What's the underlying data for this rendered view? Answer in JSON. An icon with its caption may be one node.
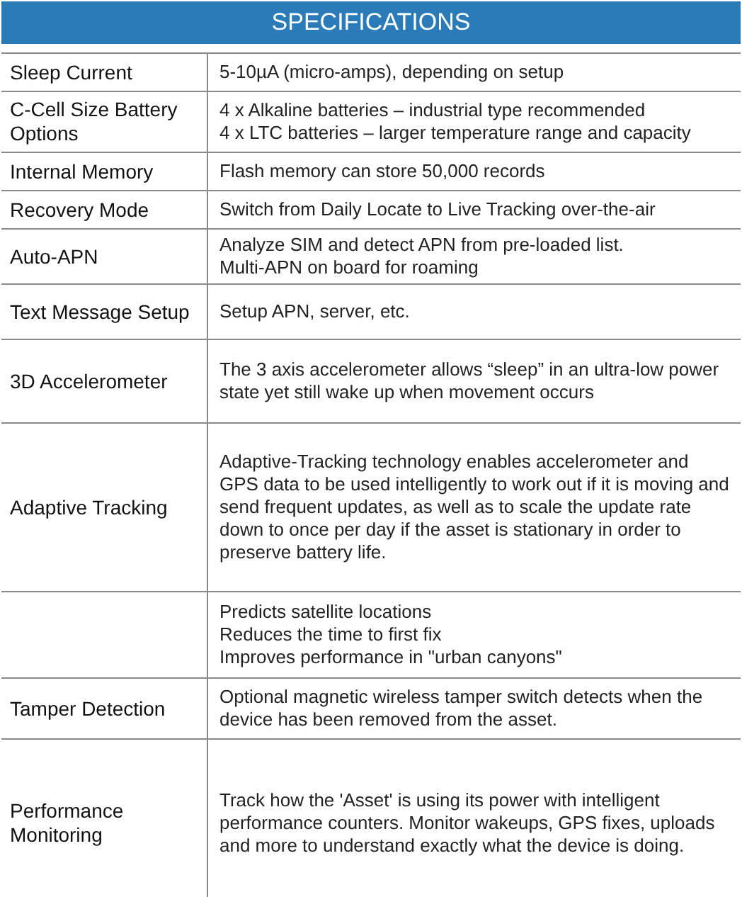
{
  "diagram": {
    "title": "SPECIFICATIONS",
    "labels": [
      "Sleep Current",
      "5-10µA (micro-amps), depending on setup",
      "C-Cell Size Battery Options",
      "4 x Alkaline batteries – industrial type recommended",
      "4 x LTC batteries – larger temperature range and capacity",
      "Internal Memory",
      "Flash memory can store 50,000 records",
      "Recovery Mode",
      "Switch from Daily Locate to Live Tracking over-the-air",
      "Auto-APN",
      "Analyze SIM and detect APN from pre-loaded list.",
      "Multi-APN on board for roaming",
      "Text Message Setup",
      "Setup APN, server, etc.",
      "3D Accelerometer",
      "The 3 axis accelerometer allows “sleep” in an ultra-low power state yet still wake up when movement occurs",
      "Adaptive Tracking",
      "Adaptive-Tracking technology enables accelerometer and GPS data to be used intelligently to work out if it is moving and send frequent updates, as well as to scale the update rate down to once per day if the asset is stationary in order to preserve battery life.",
      "Predicts satellite locations",
      "Reduces the time to first fix",
      "Improves performance in \"urban canyons\"",
      "Tamper Detection",
      "Optional magnetic wireless tamper switch detects when the device has been removed from the asset.",
      "Performance Monitoring",
      "Track how the 'Asset' is using its power with intelligent performance counters. Monitor wakeups, GPS fixes, uploads and more to understand exactly what the device is doing."
    ]
  }
}
